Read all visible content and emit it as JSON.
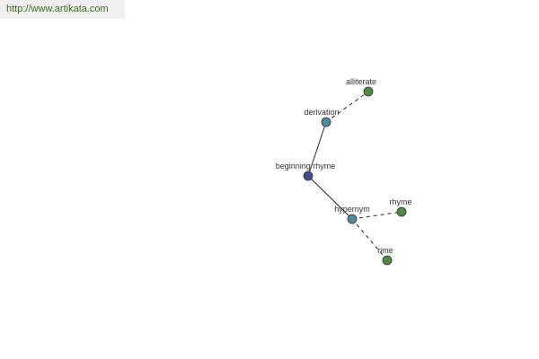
{
  "source_url": "http://www.artikata.com",
  "graph": {
    "nodes": [
      {
        "id": "beginning_rhyme",
        "label": "beginning rhyme",
        "color": "#3e4f8c"
      },
      {
        "id": "derivation",
        "label": "derivation",
        "color": "#4f8c98"
      },
      {
        "id": "alliterate",
        "label": "alliterate",
        "color": "#4f8a43"
      },
      {
        "id": "hypernym",
        "label": "hypernym",
        "color": "#4f8c98"
      },
      {
        "id": "rhyme",
        "label": "rhyme",
        "color": "#4f8a43"
      },
      {
        "id": "rime",
        "label": "rime",
        "color": "#4f8a43"
      }
    ],
    "edges": [
      {
        "from": "beginning_rhyme",
        "to": "derivation",
        "style": "solid"
      },
      {
        "from": "beginning_rhyme",
        "to": "hypernym",
        "style": "solid"
      },
      {
        "from": "derivation",
        "to": "alliterate",
        "style": "dashed"
      },
      {
        "from": "hypernym",
        "to": "rhyme",
        "style": "dashed"
      },
      {
        "from": "hypernym",
        "to": "rime",
        "style": "dashed"
      }
    ]
  }
}
